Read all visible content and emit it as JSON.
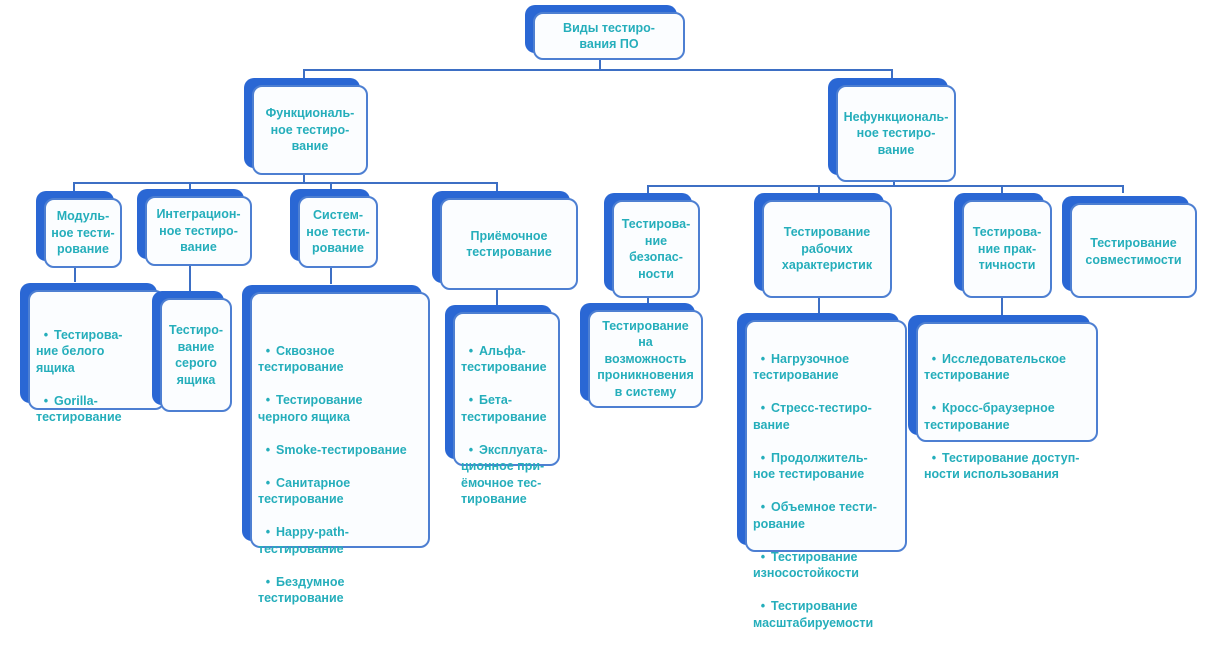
{
  "root": "Виды тестиро-\nвания ПО",
  "functional": {
    "title": "Функциональ-\nное тестиро-\nвание",
    "unit": {
      "title": "Модуль-\nное тести-\nрование",
      "items": [
        "Тестирова-\nние белого\nящика",
        "Gorilla-\nтестирование"
      ]
    },
    "integration": {
      "title": "Интеграцион-\nное тестиро-\nвание",
      "child": "Тестиро-\nвание\nсерого\nящика"
    },
    "system": {
      "title": "Систем-\nное тести-\nрование",
      "items": [
        "Сквозное\nтестирование",
        "Тестирование\nчерного ящика",
        "Smoke-тестирование",
        "Санитарное\nтестирование",
        "Happy-path-\nтестирование",
        "Бездумное\nтестирование"
      ]
    },
    "acceptance": {
      "title": "Приёмочное\nтестирование",
      "items": [
        "Альфа-\nтестирование",
        "Бета-\nтестирование",
        "Эксплуата-\nционное при-\nёмочное тес-\nтирование"
      ]
    }
  },
  "nonfunctional": {
    "title": "Нефункциональ-\nное тестиро-\nвание",
    "security": {
      "title": "Тестирова-\nние безопас-\nности",
      "child": "Тестирование на\nвозможность\nпроникновения\nв систему"
    },
    "performance": {
      "title": "Тестирование\nрабочих\nхарактеристик",
      "items": [
        "Нагрузочное\nтестирование",
        "Стресс-тестиро-\nвание",
        "Продолжитель-\nное тестирование",
        "Объемное тести-\nрование",
        "Тестирование\nизносостойкости",
        "Тестирование\nмасштабируемости"
      ]
    },
    "usability": {
      "title": "Тестирова-\nние прак-\nтичности",
      "items": [
        "Исследовательское\nтестирование",
        "Кросс-браузерное\nтестирование",
        "Тестирование доступ-\nности использования"
      ]
    },
    "compatibility": {
      "title": "Тестирование\nсовместимости"
    }
  }
}
